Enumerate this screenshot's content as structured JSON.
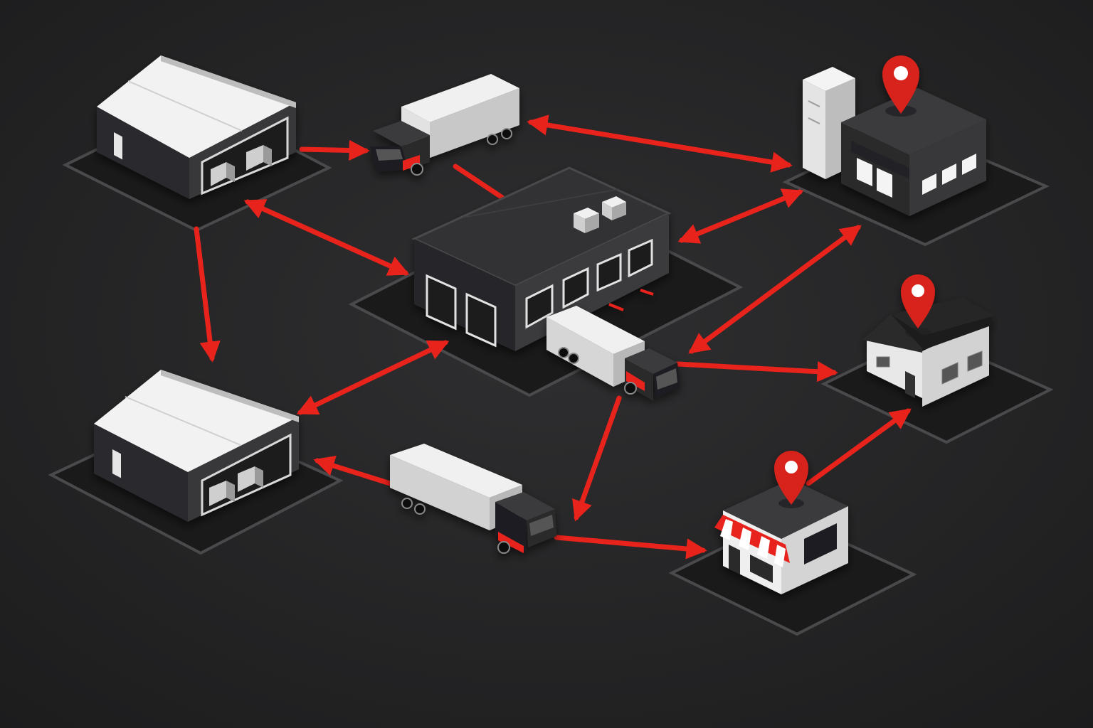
{
  "colors": {
    "background": "#262627",
    "arrow": "#e8231c",
    "building_dark": "#2c2c2e",
    "building_mid": "#3a3a3c",
    "roof_white": "#f4f4f4",
    "truck_cargo": "#d9d9d9",
    "pin": "#d8201a",
    "pad": "#3d3d3f"
  },
  "nodes": [
    {
      "id": "warehouse-top-left",
      "kind": "warehouse",
      "icon": "warehouse-icon"
    },
    {
      "id": "warehouse-bottom-left",
      "kind": "warehouse",
      "icon": "warehouse-icon"
    },
    {
      "id": "distribution-center",
      "kind": "distribution-center",
      "icon": "distribution-center-icon"
    },
    {
      "id": "office-building",
      "kind": "office",
      "icon": "office-building-icon",
      "pin": true
    },
    {
      "id": "house",
      "kind": "house",
      "icon": "house-icon",
      "pin": true
    },
    {
      "id": "retail-store",
      "kind": "store",
      "icon": "store-icon",
      "pin": true
    },
    {
      "id": "truck-top",
      "kind": "truck",
      "icon": "truck-icon"
    },
    {
      "id": "truck-center",
      "kind": "truck",
      "icon": "truck-icon"
    },
    {
      "id": "truck-bottom",
      "kind": "truck",
      "icon": "truck-icon"
    }
  ],
  "links": [
    {
      "from": "warehouse-top-left",
      "to": "truck-top",
      "direction": "one-way"
    },
    {
      "from": "truck-top",
      "to": "office-building",
      "direction": "two-way"
    },
    {
      "from": "warehouse-top-left",
      "to": "distribution-center",
      "direction": "two-way"
    },
    {
      "from": "warehouse-top-left",
      "to": "warehouse-bottom-left",
      "direction": "one-way"
    },
    {
      "from": "distribution-center",
      "to": "office-building",
      "direction": "two-way"
    },
    {
      "from": "truck-center",
      "to": "office-building",
      "direction": "two-way"
    },
    {
      "from": "truck-center",
      "to": "house",
      "direction": "one-way"
    },
    {
      "from": "distribution-center",
      "to": "warehouse-bottom-left",
      "direction": "two-way"
    },
    {
      "from": "truck-center",
      "to": "truck-bottom",
      "direction": "one-way"
    },
    {
      "from": "truck-bottom",
      "to": "warehouse-bottom-left",
      "direction": "one-way"
    },
    {
      "from": "truck-bottom",
      "to": "retail-store",
      "direction": "one-way"
    },
    {
      "from": "retail-store",
      "to": "house",
      "direction": "one-way"
    }
  ]
}
